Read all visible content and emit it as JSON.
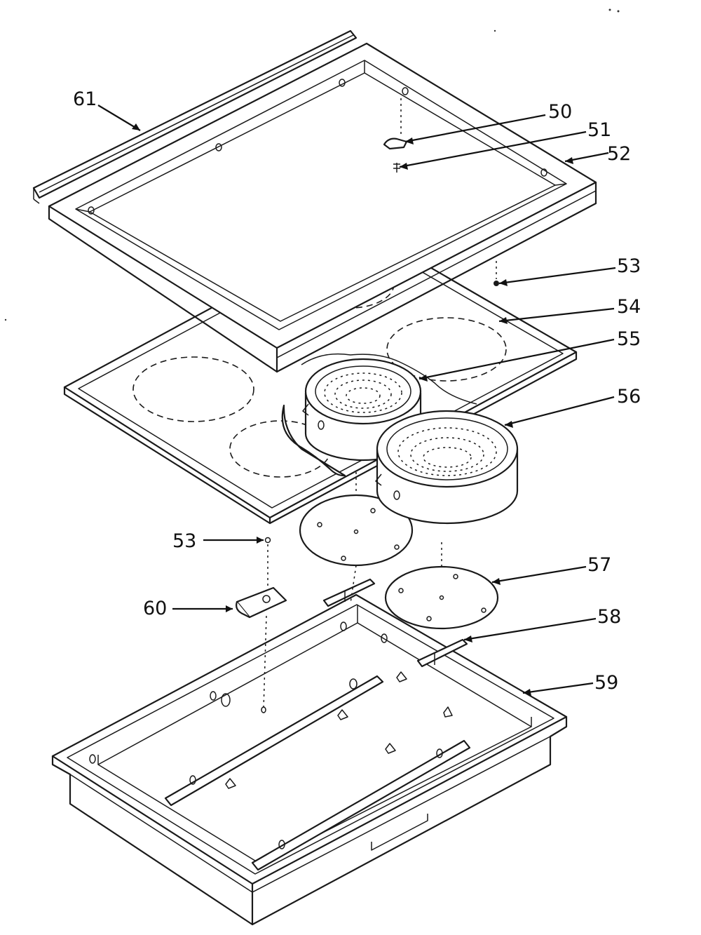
{
  "labels": {
    "p50": "50",
    "p51": "51",
    "p52": "52",
    "p53_top": "53",
    "p54": "54",
    "p55": "55",
    "p56": "56",
    "p53_left": "53",
    "p57": "57",
    "p58": "58",
    "p59": "59",
    "p60": "60",
    "p61": "61"
  },
  "colors": {
    "line": "#1a1a1a",
    "background": "#ffffff"
  }
}
